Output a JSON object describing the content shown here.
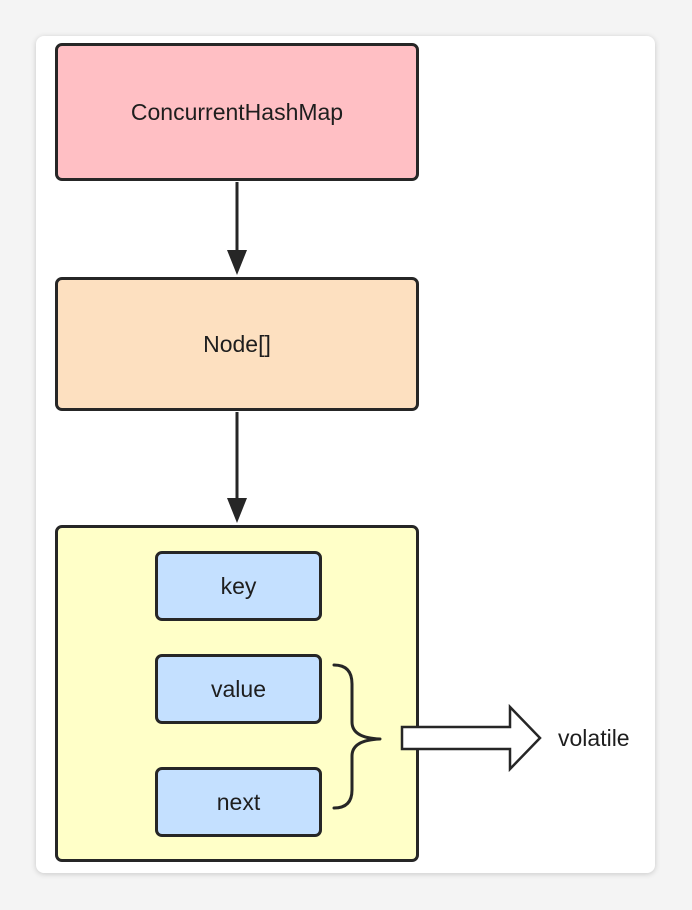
{
  "nodes": {
    "concurrent_hash_map": "ConcurrentHashMap",
    "node_array": "Node[]",
    "fields": {
      "key": "key",
      "value": "value",
      "next": "next"
    }
  },
  "annotation": {
    "volatile": "volatile"
  },
  "colors": {
    "concurrent_hash_map_fill": "#ffbfc4",
    "node_array_fill": "#fde0c0",
    "entry_fill": "#ffffc8",
    "field_fill": "#c4e0ff",
    "stroke": "#262626"
  }
}
